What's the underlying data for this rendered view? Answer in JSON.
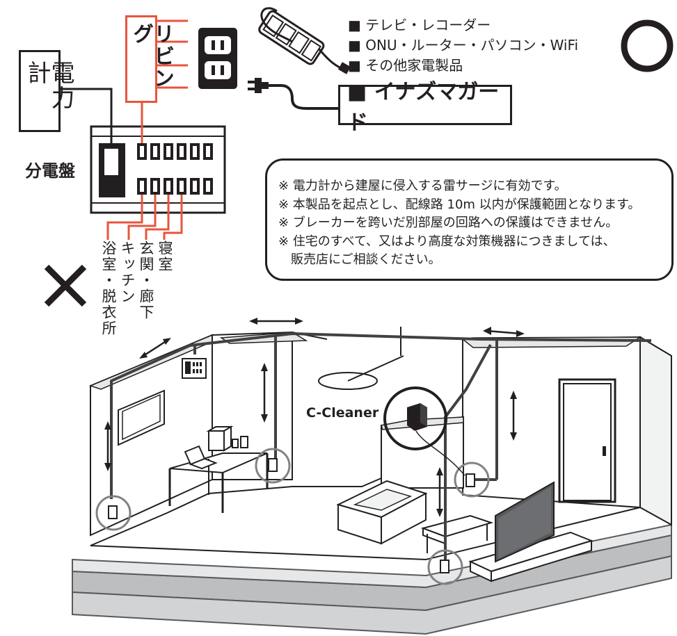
{
  "meter": {
    "label": "電力計"
  },
  "living": {
    "label": "リビング"
  },
  "panel": {
    "label": "分電盤"
  },
  "devices": [
    "■ テレビ・レコーダー",
    "■ ONU・ルーター・パソコン・WiFi",
    "■ その他家電製品"
  ],
  "guard": {
    "label": "■ イナズマガード"
  },
  "ok_mark": "○",
  "ng_mark": "×",
  "rooms": [
    "浴室・脱衣所",
    "キッチン",
    "玄関・廊下",
    "寝室"
  ],
  "notes": [
    "※ 電力計から建屋に侵入する雷サージに有効です。",
    "※ 本製品を起点とし、配線路 10m 以内が保護範囲となります。",
    "※ ブレーカーを跨いだ別部屋の回路への保護はできません。",
    "※ 住宅のすべて、又はより高度な対策機器につきましては、",
    "　販売店にご相談ください。"
  ],
  "product": {
    "label": "C-Cleaner"
  },
  "colors": {
    "ink": "#231f20",
    "red": "#e8553d",
    "gray": "#bcbec0",
    "dark": "#58595b"
  }
}
